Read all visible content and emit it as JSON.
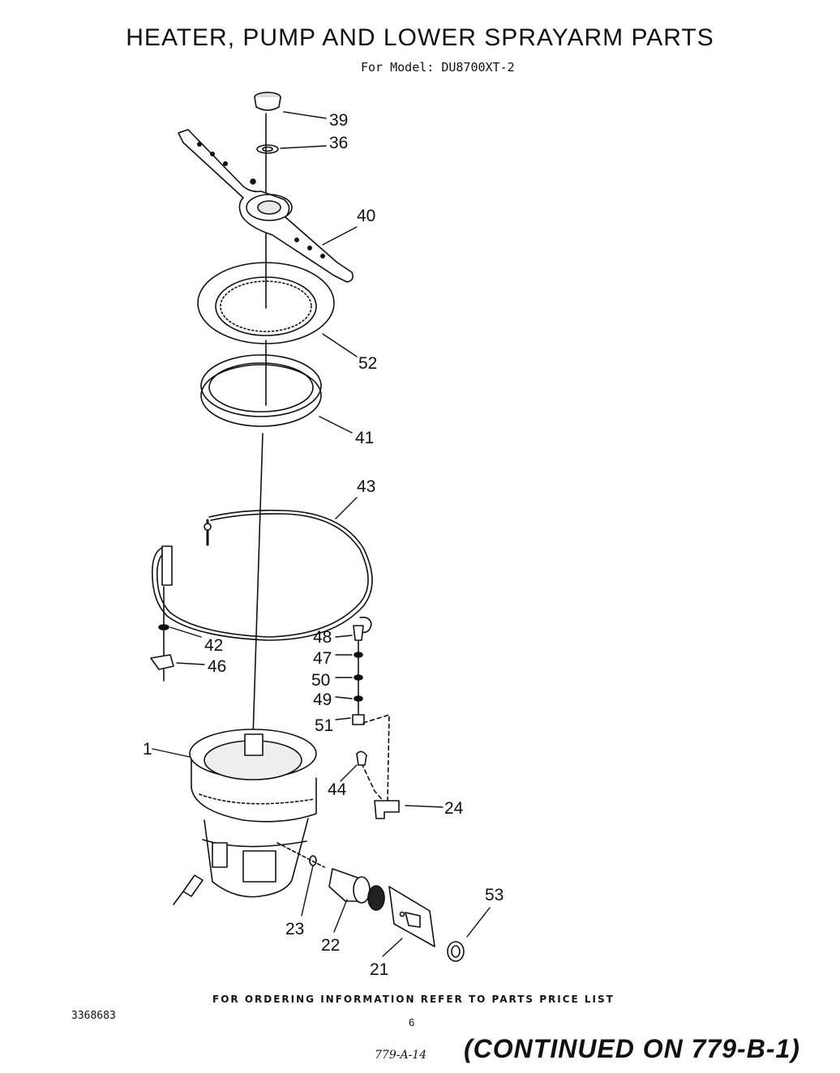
{
  "header": {
    "title": "HEATER, PUMP AND LOWER SPRAYARM PARTS",
    "model": "For Model: DU8700XT-2"
  },
  "parts": [
    {
      "number": "39",
      "component": "cap"
    },
    {
      "number": "36",
      "component": "washer"
    },
    {
      "number": "40",
      "component": "lower-sprayarm"
    },
    {
      "number": "52",
      "component": "filter-ring"
    },
    {
      "number": "41",
      "component": "seal-ring"
    },
    {
      "number": "43",
      "component": "heater-element"
    },
    {
      "number": "42",
      "component": "heater-nut-left"
    },
    {
      "number": "46",
      "component": "heater-bracket"
    },
    {
      "number": "48",
      "component": "heater-terminal"
    },
    {
      "number": "47",
      "component": "washer-47"
    },
    {
      "number": "50",
      "component": "washer-50"
    },
    {
      "number": "49",
      "component": "washer-49"
    },
    {
      "number": "51",
      "component": "nut-51"
    },
    {
      "number": "1",
      "component": "pump-motor-assembly"
    },
    {
      "number": "44",
      "component": "clip-44"
    },
    {
      "number": "24",
      "component": "bracket-24"
    },
    {
      "number": "23",
      "component": "o-ring-23"
    },
    {
      "number": "22",
      "component": "valve-22"
    },
    {
      "number": "21",
      "component": "plate-21"
    },
    {
      "number": "53",
      "component": "clamp-53"
    }
  ],
  "footer": {
    "note": "FOR ORDERING INFORMATION REFER TO PARTS PRICE LIST",
    "doc_number": "3368683",
    "page": "6",
    "ref_code": "779-A-14",
    "continued": "(CONTINUED ON 779-B-1)"
  }
}
